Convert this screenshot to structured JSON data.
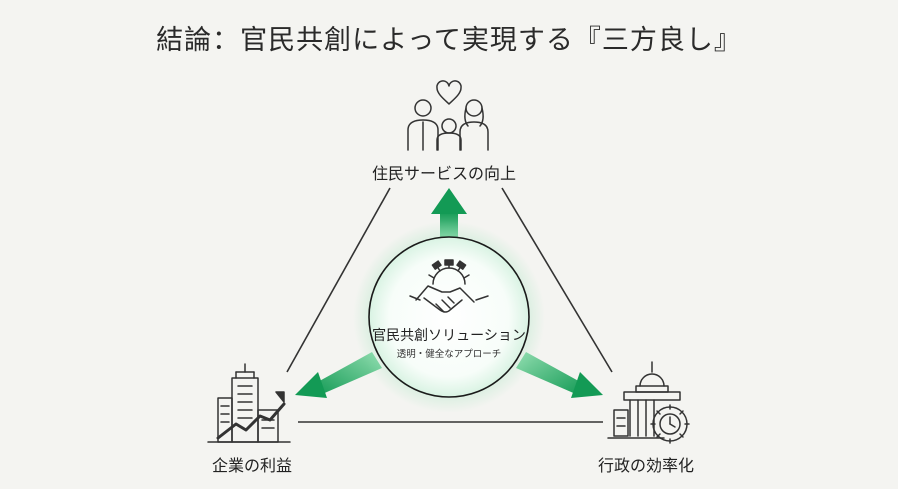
{
  "title": "結論：官民共創によって実現する『三方良し』",
  "center": {
    "title": "官民共創ソリューション",
    "subtitle": "透明・健全なアプローチ"
  },
  "nodes": {
    "top": "住民サービスの向上",
    "left": "企業の利益",
    "right": "行政の効率化"
  },
  "colors": {
    "accent": "#1fa862",
    "accent_dark": "#128048",
    "line": "#333333"
  },
  "icons": [
    "handshake-gear-icon",
    "family-heart-icon",
    "city-growth-icon",
    "government-clock-icon"
  ]
}
